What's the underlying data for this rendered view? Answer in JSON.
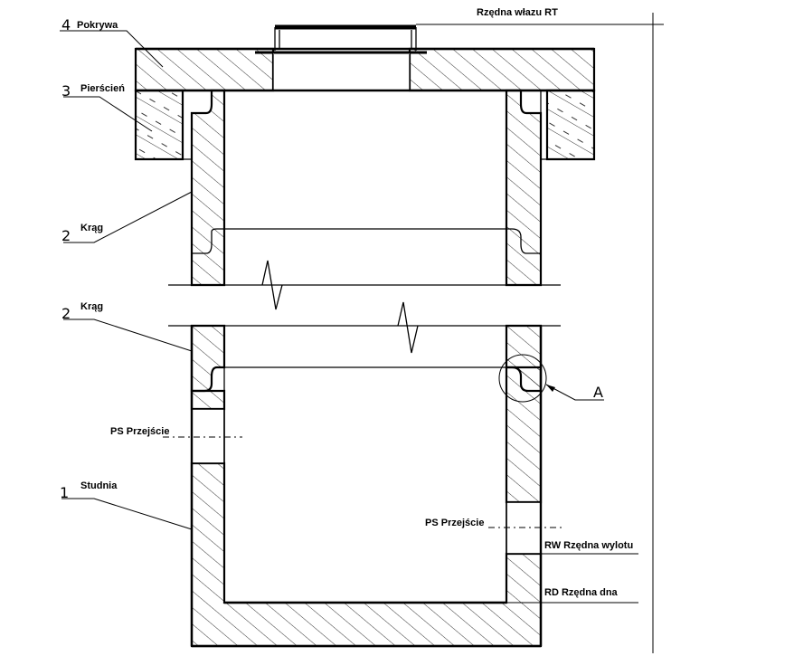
{
  "labels": {
    "rt": "Rzędna włazu RT",
    "pokrywa_num": "4",
    "pokrywa": "Pokrywa",
    "pierscien_num": "3",
    "pierscien": "Pierścień",
    "krag1_num": "2",
    "krag1": "Krąg",
    "krag2_num": "2",
    "krag2": "Krąg",
    "ps_left": "PS Przejście",
    "studnia_num": "1",
    "studnia": "Studnia",
    "ps_right": "PS Przejście",
    "rw": "RW Rzędna wylotu",
    "rd": "RD Rzędna dna",
    "detail": "A"
  }
}
